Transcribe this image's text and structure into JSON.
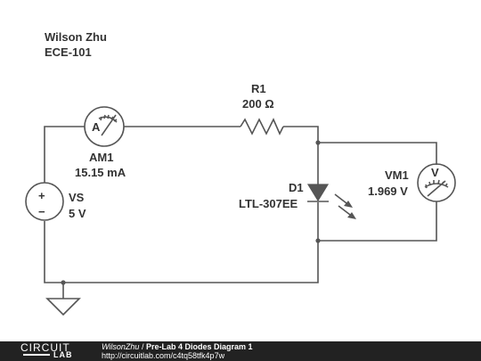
{
  "author": {
    "name": "Wilson Zhu",
    "course": "ECE-101"
  },
  "components": {
    "resistor": {
      "ref": "R1",
      "value": "200 Ω"
    },
    "ammeter": {
      "ref": "AM1",
      "reading": "15.15 mA",
      "symbol_letter": "A"
    },
    "source": {
      "ref": "VS",
      "value": "5 V",
      "plus": "+",
      "minus": "−"
    },
    "diode": {
      "ref": "D1",
      "part": "LTL-307EE"
    },
    "voltmeter": {
      "ref": "VM1",
      "reading": "1.969 V",
      "symbol_letter": "V"
    }
  },
  "footer": {
    "logo_top": "CIRCUIT",
    "logo_bottom": "LAB",
    "user": "WilsonZhu",
    "separator": " / ",
    "title": "Pre-Lab 4 Diodes Diagram 1",
    "url": "http://circuitlab.com/c4tq58tfk4p7w"
  },
  "colors": {
    "wire": "#555555",
    "text": "#333333",
    "footer_bg": "#222222"
  }
}
